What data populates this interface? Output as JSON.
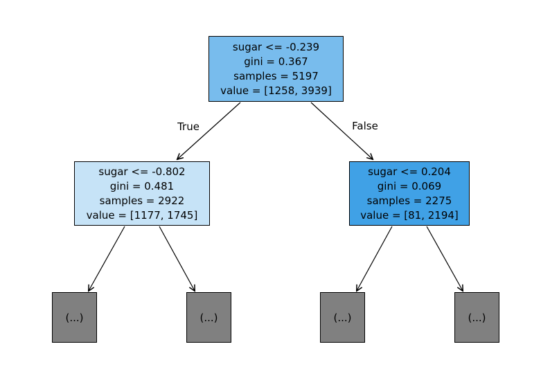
{
  "figure": {
    "type": "decision-tree",
    "background": "#ffffff",
    "edge_labels": {
      "true": "True",
      "false": "False"
    },
    "nodes": {
      "root": {
        "lines": [
          "sugar <= -0.239",
          "gini = 0.367",
          "samples = 5197",
          "value = [1258, 3939]"
        ],
        "fill": "#78bced"
      },
      "left": {
        "lines": [
          "sugar <= -0.802",
          "gini = 0.481",
          "samples = 2922",
          "value = [1177, 1745]"
        ],
        "fill": "#c6e3f7"
      },
      "right": {
        "lines": [
          "sugar <= 0.204",
          "gini = 0.069",
          "samples = 2275",
          "value = [81, 2194]"
        ],
        "fill": "#40a1e6"
      },
      "leaf1": {
        "label": "(...)",
        "fill": "#808080"
      },
      "leaf2": {
        "label": "(...)",
        "fill": "#808080"
      },
      "leaf3": {
        "label": "(...)",
        "fill": "#808080"
      },
      "leaf4": {
        "label": "(...)",
        "fill": "#808080"
      }
    },
    "colors": {
      "node_border": "#000000",
      "edge_line": "#000000",
      "text": "#000000"
    }
  }
}
